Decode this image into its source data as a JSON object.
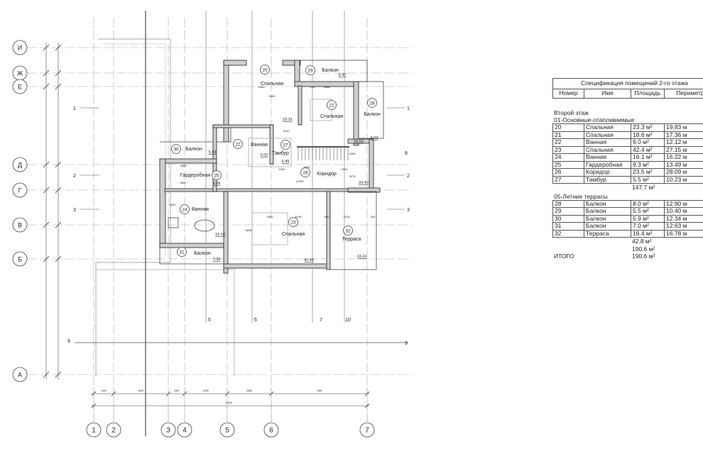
{
  "plan": {
    "axes_vertical": [
      "1",
      "2",
      "3",
      "4",
      "5",
      "6",
      "7"
    ],
    "axes_horizontal": [
      "И",
      "Ж",
      "Е",
      "Д",
      "Г",
      "В",
      "Б",
      "А"
    ],
    "section_marks": [
      "1",
      "2",
      "3",
      "5",
      "6",
      "7",
      "8",
      "9",
      "10"
    ],
    "dimensions_bottom": [
      "1400",
      "4200",
      "1300",
      "3280",
      "3380",
      "7380"
    ],
    "dimension_total": "21090",
    "rooms": [
      {
        "num": "20",
        "name": "Спальная"
      },
      {
        "num": "21",
        "name": "Спальная"
      },
      {
        "num": "22",
        "name": "Ванная"
      },
      {
        "num": "23",
        "name": "Спальная"
      },
      {
        "num": "24",
        "name": "Ванная"
      },
      {
        "num": "25",
        "name": "Гардеробная"
      },
      {
        "num": "26",
        "name": "Коридор"
      },
      {
        "num": "27",
        "name": "Тамбур"
      },
      {
        "num": "28",
        "name": "Балкон"
      },
      {
        "num": "29",
        "name": "Балкон"
      },
      {
        "num": "30",
        "name": "Балкон"
      },
      {
        "num": "31",
        "name": "Балкон"
      },
      {
        "num": "32",
        "name": "Терраса"
      }
    ],
    "perimeter_marks": [
      "5.47",
      "8.03",
      "23.31",
      "18.60",
      "9.02",
      "5.49",
      "5.93",
      "9.28",
      "23.49",
      "16.10",
      "42.44",
      "16.41",
      "7.00"
    ],
    "inner_dimensions": [
      "5590",
      "4440",
      "3986",
      "120",
      "2210",
      "2060",
      "4690",
      "1530",
      "4330",
      "1520",
      "10760",
      "2000",
      "5145",
      "530",
      "3215",
      "320",
      "3020",
      "2075",
      "1095",
      "5698"
    ]
  },
  "spec": {
    "title": "Спецификация помещений 2-го этажа",
    "headers": [
      "Номер",
      "Имя",
      "Площадь",
      "Периметр"
    ],
    "floor": "Второй этаж",
    "groups": [
      {
        "name": "01-Основные-отапливаемые",
        "rows": [
          [
            "20",
            "Спальная",
            "23.3 м²",
            "19.83 м"
          ],
          [
            "21",
            "Спальная",
            "18.6 м²",
            "17.36 м"
          ],
          [
            "22",
            "Ванная",
            "9.0 м²",
            "12.12 м"
          ],
          [
            "23",
            "Спальная",
            "42.4 м²",
            "27.15 м"
          ],
          [
            "24",
            "Ванная",
            "16.1 м²",
            "16.22 м"
          ],
          [
            "25",
            "Гардеробная",
            "9.3 м²",
            "13.49 м"
          ],
          [
            "26",
            "Коридор",
            "23.5 м²",
            "28.09 м"
          ],
          [
            "27",
            "Тамбур",
            "5.5 м²",
            "10.23 м"
          ]
        ],
        "subtotal": "147.7 м²"
      },
      {
        "name": "05-Летние террасы",
        "rows": [
          [
            "28",
            "Балкон",
            "8.0 м²",
            "12.90 м"
          ],
          [
            "29",
            "Балкон",
            "5.5 м²",
            "10.40 м"
          ],
          [
            "30",
            "Балкон",
            "5.9 м²",
            "12.34 м"
          ],
          [
            "31",
            "Балкон",
            "7.0 м²",
            "12.63 м"
          ],
          [
            "32",
            "Терраса",
            "16.4 м²",
            "16.78 м"
          ]
        ],
        "subtotal": "42.8 м²"
      }
    ],
    "grand_subtotal": "190.6 м²",
    "total_label": "ИТОГО",
    "total": "190.6 м²"
  }
}
